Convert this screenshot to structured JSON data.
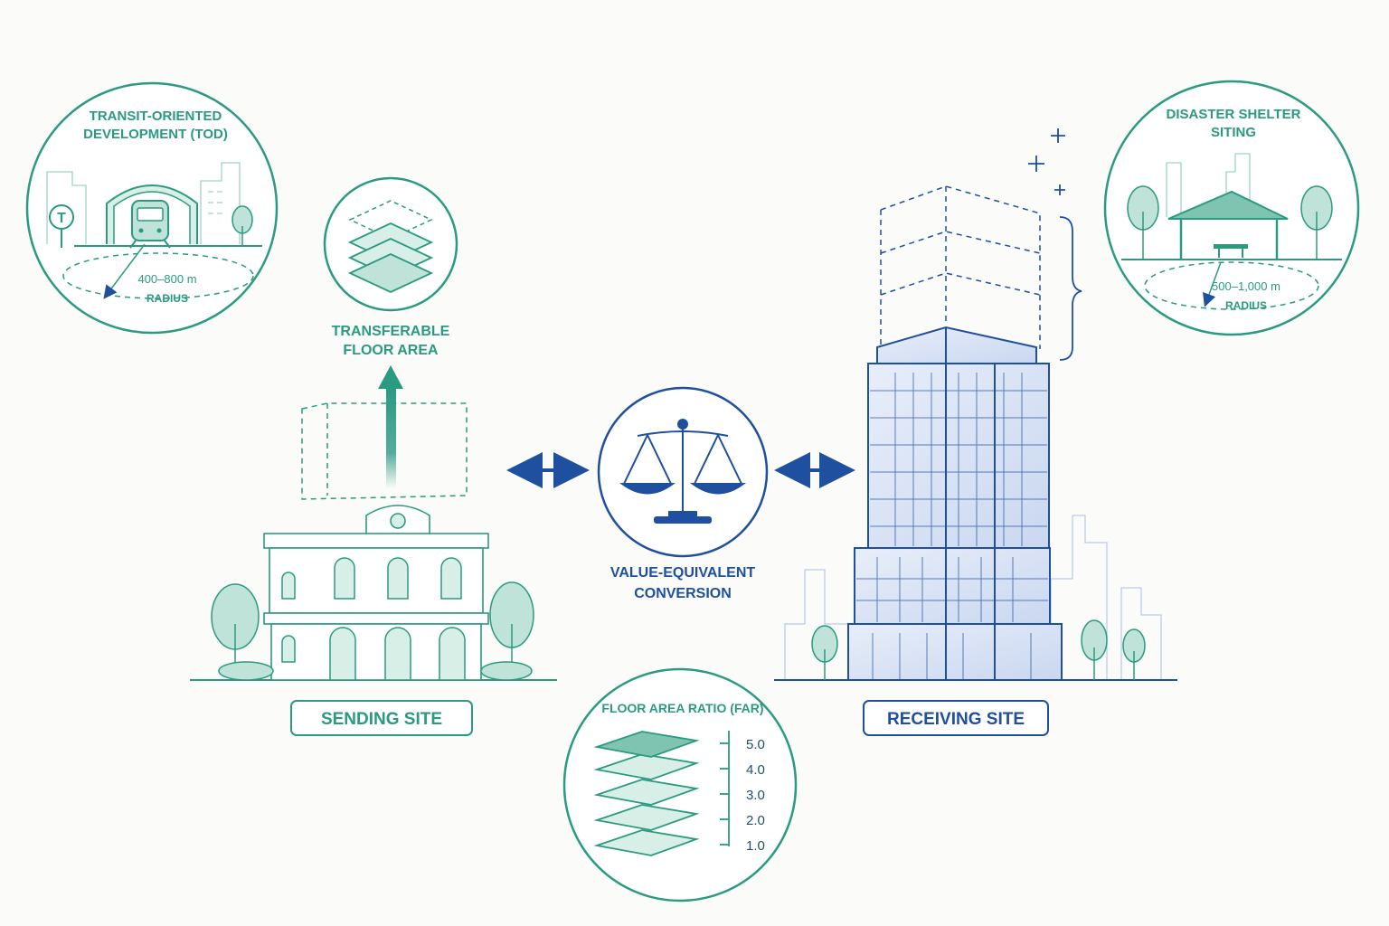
{
  "colors": {
    "teal": "#2a9a80",
    "teal_light": "#bfe3d8",
    "teal_fill": "#d8efe8",
    "navy": "#1f4f9f",
    "navy_light": "#b9cbea",
    "background": "#fbfbf9"
  },
  "tod": {
    "title_line1": "TRANSIT-ORIENTED",
    "title_line2": "DEVELOPMENT (TOD)",
    "transit_sign": "T",
    "radius_value": "400–800 m",
    "radius_label": "RADIUS"
  },
  "shelter": {
    "title_line1": "DISASTER SHELTER",
    "title_line2": "SITING",
    "radius_value": "500–1,000 m",
    "radius_label": "RADIUS"
  },
  "transferable": {
    "label_line1": "TRANSFERABLE",
    "label_line2": "FLOOR AREA"
  },
  "conversion": {
    "label_line1": "VALUE-EQUIVALENT",
    "label_line2": "CONVERSION"
  },
  "far": {
    "title": "FLOOR AREA RATIO (FAR)",
    "levels": [
      "5.0",
      "4.0",
      "3.0",
      "2.0",
      "1.0"
    ]
  },
  "sending_site": {
    "label": "SENDING SITE"
  },
  "receiving_site": {
    "label": "RECEIVING SITE"
  },
  "icons": [
    "train-icon",
    "transit-sign-icon",
    "tree-icon",
    "scale-of-justice-icon",
    "shelter-pavilion-icon",
    "stacked-layers-icon",
    "double-arrow-icon",
    "upward-arrow-icon",
    "plus-icon"
  ]
}
